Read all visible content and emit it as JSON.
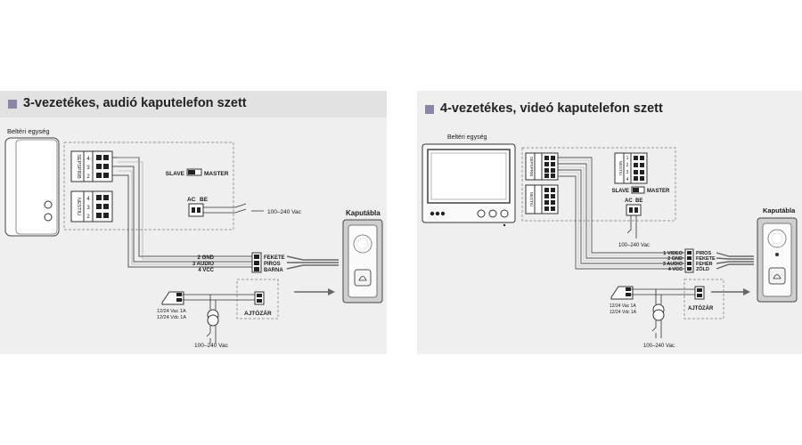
{
  "left": {
    "title": "3-vezetékes, audió kaputelefon szett",
    "indoor_label": "Beltéri egység",
    "block1_label": "SEPSPRIB",
    "block2_label": "NESTIU",
    "block1_nums": [
      "4",
      "3",
      "2"
    ],
    "block2_nums": [
      "4",
      "3",
      "2"
    ],
    "slave": "SLAVE",
    "master": "MASTER",
    "ac": "AC",
    "be": "BE",
    "mains": "100–240 Vac",
    "outdoor_label": "Kaputábla",
    "wire1": "2 GND",
    "wire2": "3 AUDIO",
    "wire3": "4 VCC",
    "color1": "FEKETE",
    "color2": "PIROS",
    "color3": "BARNA",
    "psu1": "12/24 Vac 1A",
    "psu2": "12/24 Vdc 1A",
    "lock": "AJTÓZÁR",
    "mains2": "100–240 Vac"
  },
  "right": {
    "title": "4-vezetékes, videó kaputelefon szett",
    "indoor_label": "Beltéri egység",
    "block1_label": "SEPSPRIB",
    "block2_label": "NESTIU",
    "block3_label": "NESTIU",
    "block_nums": [
      "1",
      "2",
      "3",
      "4"
    ],
    "slave": "SLAVE",
    "master": "MASTER",
    "ac": "AC",
    "be": "BE",
    "mains": "100–240 Vac",
    "outdoor_label": "Kaputábla",
    "wire1": "1 VIDEO",
    "wire2": "2 GND",
    "wire3": "3 AUDIO",
    "wire4": "4 VCC",
    "color1": "PIROS",
    "color2": "FEKETE",
    "color3": "FEHÉR",
    "color4": "ZÖLD",
    "psu1": "12/24 Vac 1A",
    "psu2": "12/24 Vdc 1A",
    "lock": "AJTÓZÁR",
    "mains2": "100–240 Vac"
  }
}
